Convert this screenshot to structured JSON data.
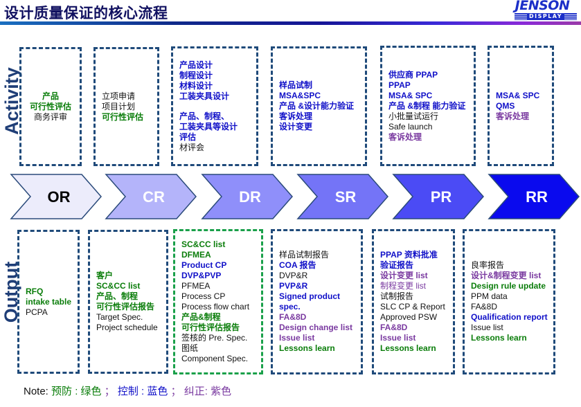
{
  "header": {
    "title": "设计质量保证的核心流程",
    "logo_main": "JENSON",
    "logo_sub": "DISPLAY"
  },
  "side_labels": {
    "activity": "Activity",
    "output": "Output"
  },
  "colors": {
    "prevent_green": "#0a7d0a",
    "control_blue": "#1010c8",
    "correct_purple": "#7a3aa0",
    "box_border": "#1f4a7a",
    "box_border_highlight": "#1aa04a"
  },
  "stages": [
    {
      "label": "OR",
      "fill": "#ececfb",
      "text_color": "#000000"
    },
    {
      "label": "CR",
      "fill": "#b4b4fa",
      "text_color": "#ffffff"
    },
    {
      "label": "DR",
      "fill": "#8f8ffa",
      "text_color": "#ffffff"
    },
    {
      "label": "SR",
      "fill": "#7474f7",
      "text_color": "#ffffff"
    },
    {
      "label": "PR",
      "fill": "#4b4bf5",
      "text_color": "#ffffff"
    },
    {
      "label": "RR",
      "fill": "#0a0aee",
      "text_color": "#ffffff"
    }
  ],
  "activity": [
    {
      "lines": [
        {
          "text": "产品",
          "color": "green",
          "bold": true,
          "center": true
        },
        {
          "text": "可行性评估",
          "color": "green",
          "bold": true,
          "center": true
        },
        {
          "text": "商务评审",
          "color": "black",
          "bold": false,
          "center": true
        }
      ]
    },
    {
      "lines": [
        {
          "text": "立项申请",
          "color": "black",
          "bold": false
        },
        {
          "text": "项目计划",
          "color": "black",
          "bold": false
        },
        {
          "text": "可行性评估",
          "color": "green",
          "bold": true
        }
      ]
    },
    {
      "lines": [
        {
          "text": "产品设计",
          "color": "blue",
          "bold": true
        },
        {
          "text": "制程设计",
          "color": "blue",
          "bold": true
        },
        {
          "text": "材料设计",
          "color": "blue",
          "bold": true
        },
        {
          "text": "工装夹具设计",
          "color": "blue",
          "bold": true
        },
        {
          "text": "",
          "gap": true
        },
        {
          "text": "产品、制程、",
          "color": "blue",
          "bold": true
        },
        {
          "text": "工装夹具等设计",
          "color": "blue",
          "bold": true
        },
        {
          "text": "评估",
          "color": "blue",
          "bold": true
        },
        {
          "text": "材评会",
          "color": "black",
          "bold": false
        }
      ]
    },
    {
      "lines": [
        {
          "text": "样品试制",
          "color": "blue",
          "bold": true
        },
        {
          "text": "MSA&SPC",
          "color": "blue",
          "bold": true
        },
        {
          "text": "产品 &设计能力验证",
          "color": "blue",
          "bold": true
        },
        {
          "text": "客诉处理",
          "color": "blue",
          "bold": true
        },
        {
          "text": "设计变更",
          "color": "blue",
          "bold": true
        }
      ]
    },
    {
      "lines": [
        {
          "text": "供应商 PPAP",
          "color": "blue",
          "bold": true
        },
        {
          "text": " PPAP",
          "color": "blue",
          "bold": true
        },
        {
          "text": "MSA& SPC",
          "color": "blue",
          "bold": true
        },
        {
          "text": "产品 &制程 能力验证",
          "color": "blue",
          "bold": true
        },
        {
          "text": "小批量试运行",
          "color": "black",
          "bold": false
        },
        {
          "text": "Safe launch",
          "color": "black",
          "bold": false
        },
        {
          "text": "客诉处理",
          "color": "purple",
          "bold": true
        }
      ]
    },
    {
      "lines": [
        {
          "text": "MSA& SPC",
          "color": "blue",
          "bold": true
        },
        {
          "text": "QMS",
          "color": "blue",
          "bold": true
        },
        {
          "text": "客诉处理",
          "color": "purple",
          "bold": true
        }
      ]
    }
  ],
  "output": [
    {
      "highlight": false,
      "lines": [
        {
          "text": "RFQ",
          "color": "green",
          "bold": true
        },
        {
          "text": "intake table",
          "color": "green",
          "bold": true
        },
        {
          "text": "PCPA",
          "color": "black",
          "bold": false
        }
      ]
    },
    {
      "highlight": false,
      "lines": [
        {
          "text": "客户",
          "color": "green",
          "bold": true
        },
        {
          "text": "SC&CC list",
          "color": "green",
          "bold": true
        },
        {
          "text": "产品、制程",
          "color": "green",
          "bold": true
        },
        {
          "text": "可行性评估报告",
          "color": "green",
          "bold": true
        },
        {
          "text": "Target Spec.",
          "color": "black",
          "bold": false
        },
        {
          "text": "Project schedule",
          "color": "black",
          "bold": false
        }
      ]
    },
    {
      "highlight": true,
      "lines": [
        {
          "text": "SC&CC list",
          "color": "green",
          "bold": true
        },
        {
          "text": "DFMEA",
          "color": "green",
          "bold": true
        },
        {
          "text": "Product CP",
          "color": "blue",
          "bold": true
        },
        {
          "text": "DVP&PVP",
          "color": "blue",
          "bold": true
        },
        {
          "text": "PFMEA",
          "color": "black",
          "bold": false
        },
        {
          "text": "Process  CP",
          "color": "black",
          "bold": false
        },
        {
          "text": "Process flow chart",
          "color": "black",
          "bold": false
        },
        {
          "text": "产品&制程",
          "color": "green",
          "bold": true
        },
        {
          "text": "可行性评估报告",
          "color": "green",
          "bold": true
        },
        {
          "text": "签核的 Pre. Spec.",
          "color": "black",
          "bold": false
        },
        {
          "text": "图纸",
          "color": "black",
          "bold": false
        },
        {
          "text": "Component Spec.",
          "color": "black",
          "bold": false
        }
      ]
    },
    {
      "highlight": false,
      "lines": [
        {
          "text": "样品试制报告",
          "color": "black",
          "bold": false
        },
        {
          "text": "COA 报告",
          "color": "blue",
          "bold": true
        },
        {
          "text": " DVP&R",
          "color": "black",
          "bold": false
        },
        {
          "text": "PVP&R",
          "color": "blue",
          "bold": true
        },
        {
          "text": "Signed  product",
          "color": "blue",
          "bold": true
        },
        {
          "text": "spec.",
          "color": "blue",
          "bold": true
        },
        {
          "text": "FA&8D",
          "color": "purple",
          "bold": true
        },
        {
          "text": "Design change list",
          "color": "purple",
          "bold": true
        },
        {
          "text": "Issue list",
          "color": "purple",
          "bold": true
        },
        {
          "text": "Lessons learn",
          "color": "green",
          "bold": true
        }
      ]
    },
    {
      "highlight": false,
      "lines": [
        {
          "text": "PPAP 资料批准",
          "color": "blue",
          "bold": true
        },
        {
          "text": "验证报告",
          "color": "blue",
          "bold": true
        },
        {
          "text": "设计变更 list",
          "color": "purple",
          "bold": true
        },
        {
          "text": "制程变更 list",
          "color": "purple",
          "bold": false
        },
        {
          "text": "试制报告",
          "color": "black",
          "bold": false
        },
        {
          "text": "SLC CP & Report",
          "color": "black",
          "bold": false
        },
        {
          "text": "Approved PSW",
          "color": "black",
          "bold": false
        },
        {
          "text": "FA&8D",
          "color": "purple",
          "bold": true
        },
        {
          "text": "Issue list",
          "color": "purple",
          "bold": true
        },
        {
          "text": "Lessons learn",
          "color": "green",
          "bold": true
        }
      ]
    },
    {
      "highlight": false,
      "lines": [
        {
          "text": "良率报告",
          "color": "black",
          "bold": false
        },
        {
          "text": "设计&制程变更 list",
          "color": "purple",
          "bold": true
        },
        {
          "text": "Design rule update",
          "color": "green",
          "bold": true
        },
        {
          "text": "PPM data",
          "color": "black",
          "bold": false
        },
        {
          "text": "FA&8D",
          "color": "black",
          "bold": false
        },
        {
          "text": "Qualification report",
          "color": "blue",
          "bold": true
        },
        {
          "text": "Issue list",
          "color": "black",
          "bold": false
        },
        {
          "text": "Lessons learn",
          "color": "green",
          "bold": true
        }
      ]
    }
  ],
  "note": {
    "prefix": "Note: ",
    "parts": [
      {
        "text": "预防 : 绿色",
        "color": "green"
      },
      {
        "text": " ； ",
        "color": "purple"
      },
      {
        "text": "控制 : 蓝色",
        "color": "blue"
      },
      {
        "text": " ； ",
        "color": "purple"
      },
      {
        "text": "纠正: 紫色",
        "color": "purple"
      }
    ]
  }
}
